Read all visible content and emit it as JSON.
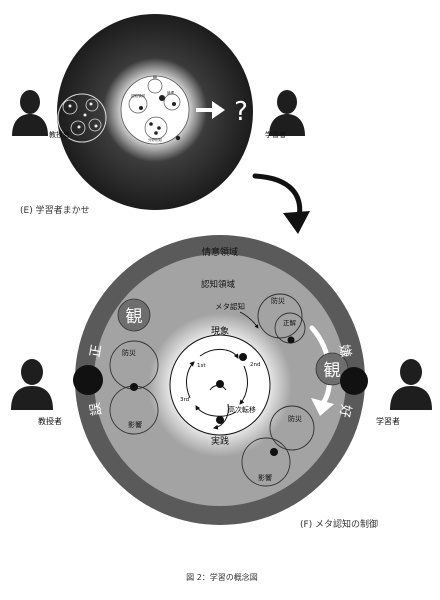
{
  "panel_e": {
    "teacher_label": "教授者",
    "learner_label": "学習者",
    "question_mark": "?",
    "caption": "(E) 学習者まかせ",
    "inner_labels": {
      "top": "観",
      "left": "認知領域",
      "right": "論理",
      "bottom": "分野別知"
    }
  },
  "panel_f": {
    "outer_ring_label": "情意領域",
    "middle_ring_label": "認知領域",
    "meta_label": "メタ認知",
    "phenomenon_label": "現象",
    "reality_label": "実践",
    "higher_transition_label": "高次転移",
    "step1": "1st",
    "step2": "2nd",
    "step3": "3rd",
    "kan_left": "観",
    "kan_right": "観",
    "correct_char": "正",
    "wrong_char": "誤",
    "like_char": "嫌",
    "dislike_char": "好",
    "disaster_prev": "防災",
    "correct_label": "正解",
    "impact_label": "影響",
    "teacher_label": "教授者",
    "learner_label": "学習者",
    "caption": "(F) メタ認知の制御"
  },
  "figure_caption": "図 2：学習の概念図",
  "colors": {
    "dark_disc": "#2b2b2b",
    "outer_ring": "#5a5a5a",
    "middle_ring": "#a3a3a3",
    "glow": "#ffffff",
    "person": "#1e1e1e"
  }
}
